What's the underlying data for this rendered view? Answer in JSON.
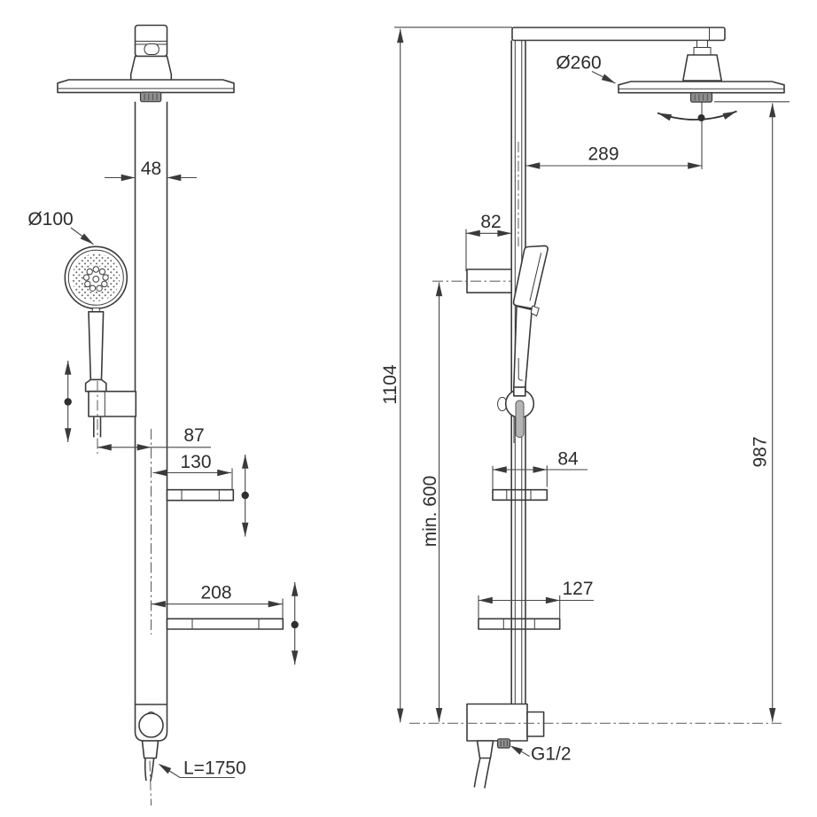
{
  "diagram": {
    "type": "technical-dimension-drawing",
    "subject": "shower column system with overhead rain shower, hand shower, shelves and wall outlet",
    "views": [
      "front-view",
      "side-view"
    ],
    "units": "mm",
    "colors": {
      "background": "#ffffff",
      "outline": "#3b3b3b",
      "dimension_lines": "#464646",
      "text": "#2d2d2d",
      "metal_fill": "#8e8e8e",
      "hose_fill": "#b4b4b4"
    },
    "icons": {
      "height_adjust": "up-down-double-arrow",
      "head_tilt": "curved-double-arrow"
    }
  },
  "labels": {
    "front": {
      "pipe_width": "48",
      "hand_shower_diameter": "Ø100",
      "hand_shower_offset": "87",
      "upper_shelf_width": "130",
      "lower_shelf_width": "208",
      "hose_length": "L=1750"
    },
    "side": {
      "head_diameter": "Ø260",
      "head_offset": "289",
      "bracket_depth": "82",
      "total_height": "1104",
      "min_mount_height": "min. 600",
      "upper_shelf_depth": "84",
      "head_drop_height": "987",
      "lower_shelf_depth": "127",
      "connection_thread": "G1/2"
    }
  }
}
